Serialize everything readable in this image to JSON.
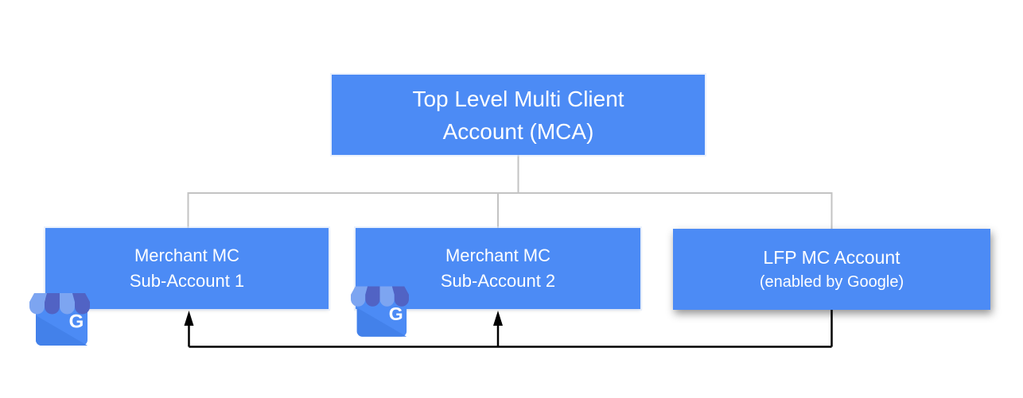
{
  "colors": {
    "box_blue": "#4C8BF5",
    "text_white": "#FFFFFF",
    "connector_gray": "#C3C3C3",
    "connector_black": "#000000",
    "gmb_awning_light": "#7DA5F1",
    "gmb_awning_dark": "#5163C4",
    "gmb_body_blue": "#4C8BF5",
    "gmb_body_shade": "#4381EA",
    "background": "#FFFFFF"
  },
  "nodes": {
    "root": {
      "line1": "Top Level Multi Client",
      "line2": "Account (MCA)"
    },
    "sub1": {
      "line1": "Merchant MC",
      "line2": "Sub-Account 1"
    },
    "sub2": {
      "line1": "Merchant MC",
      "line2": "Sub-Account 2"
    },
    "lfp": {
      "line1": "LFP MC Account",
      "line2": "(enabled by Google)"
    }
  },
  "icons": {
    "gmb_letter": "G"
  }
}
